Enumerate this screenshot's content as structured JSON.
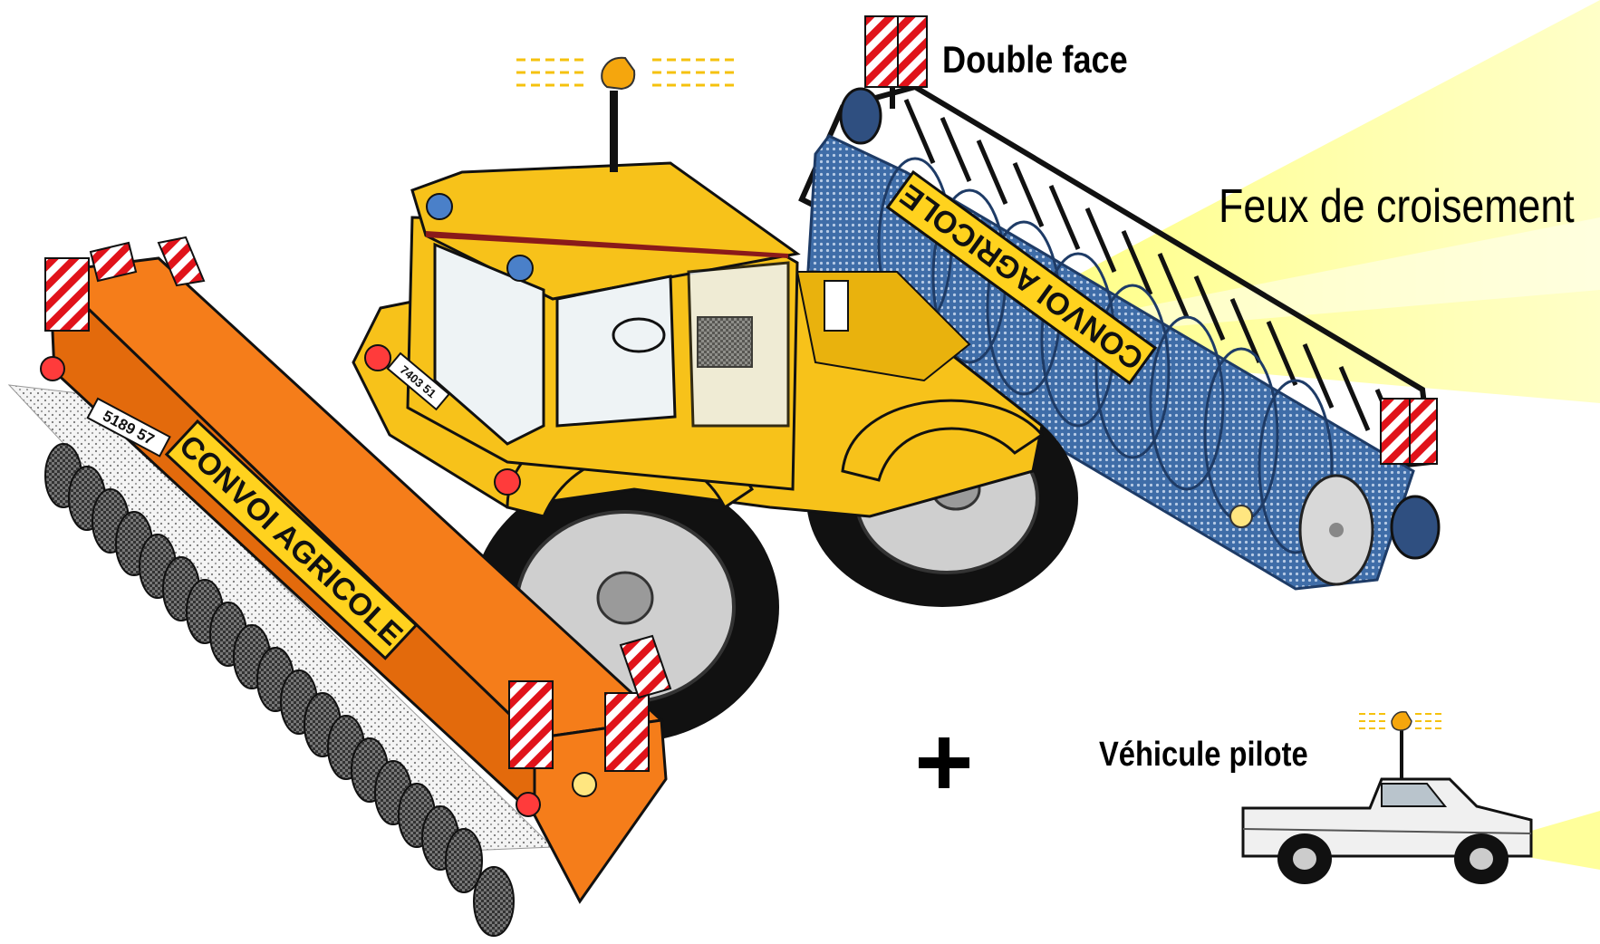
{
  "labels": {
    "double_face": "Double face",
    "feux_de_croisement": "Feux de croisement",
    "vehicule_pilote": "Véhicule pilote"
  },
  "signs": {
    "front_implement": "CONVOI AGRICOLE",
    "rear_implement": "CONVOI AGRICOLE"
  },
  "plates": {
    "front_implement": "5189 57",
    "tractor": "7403 51"
  },
  "colors": {
    "tractor_yellow": "#f7c21a",
    "implement_orange": "#f57d1a",
    "roller_blue": "#3f6da8",
    "beam_yellow": "#ffffa0",
    "sign_yellow": "#ffd21e"
  },
  "icons": {
    "plus": "plus-icon",
    "beacon": "rotating-beacon-icon"
  }
}
